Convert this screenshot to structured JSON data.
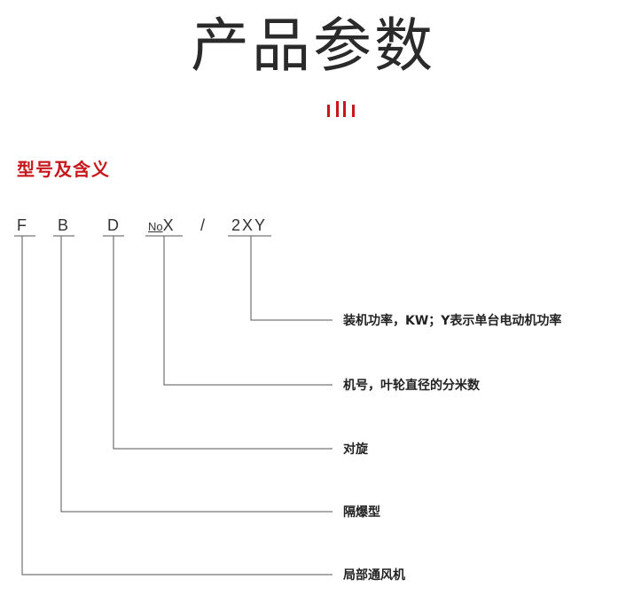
{
  "page": {
    "title": "产品参数"
  },
  "section": {
    "heading": "型号及含义"
  },
  "model_code": {
    "parts": [
      "F",
      "B",
      "D",
      "No",
      "X",
      "/",
      "2XY"
    ]
  },
  "meanings": [
    "装机功率，KW；Y表示单台电动机功率",
    "机号，叶轮直径的分米数",
    "对旋",
    "隔爆型",
    "局部通风机"
  ],
  "colors": {
    "accent": "#c8161d",
    "text": "#222222",
    "line": "#555555"
  }
}
